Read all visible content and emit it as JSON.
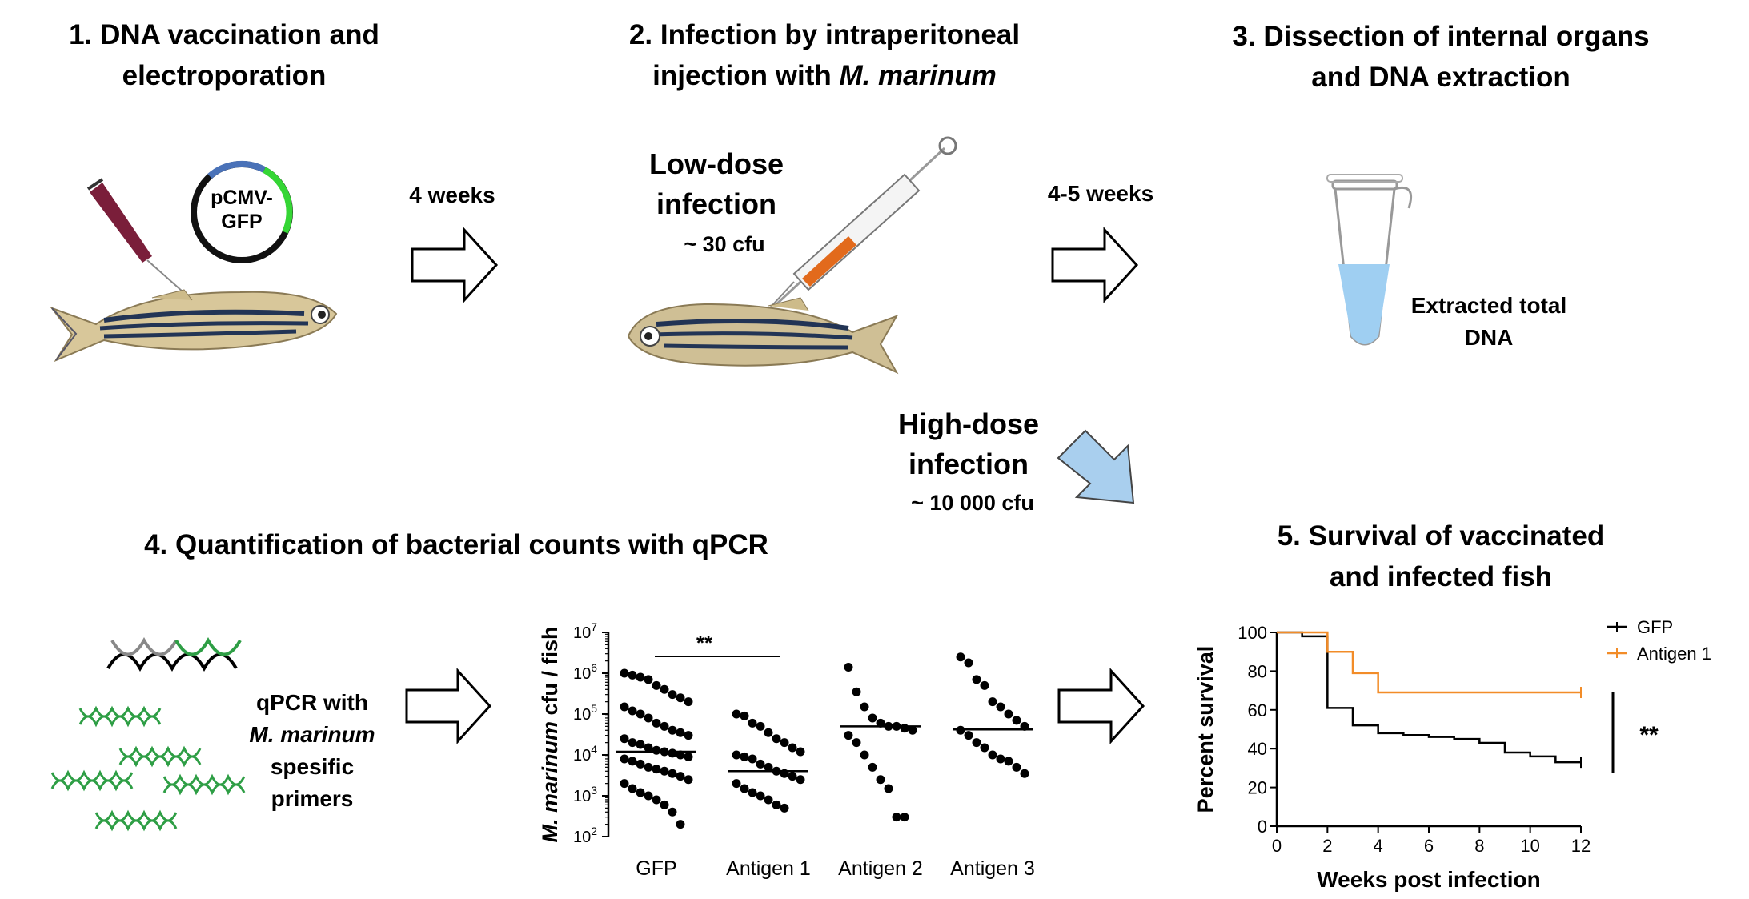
{
  "steps": [
    {
      "number": "1.",
      "title_line1": "DNA vaccination and",
      "title_line2": "electroporation"
    },
    {
      "number": "2.",
      "title_line1": "Infection by intraperitoneal",
      "title_line2_prefix": "injection with ",
      "title_line2_italic": "M. marinum"
    },
    {
      "number": "3.",
      "title_line1": "Dissection of internal organs",
      "title_line2": "and DNA extraction"
    },
    {
      "number": "4.",
      "title_line1": "Quantification of bacterial counts with qPCR"
    },
    {
      "number": "5.",
      "title_line1": "Survival of vaccinated",
      "title_line2": "and infected fish"
    }
  ],
  "plasmid": {
    "line1": "pCMV-",
    "line2": "GFP"
  },
  "arrows": {
    "step1_to_2": "4 weeks",
    "step2_to_3": "4-5 weeks"
  },
  "low_dose": {
    "line1": "Low-dose",
    "line2": "infection",
    "dose": "~ 30 cfu"
  },
  "high_dose": {
    "line1": "High-dose",
    "line2": "infection",
    "dose": "~ 10 000 cfu"
  },
  "extracted": {
    "line1": "Extracted total",
    "line2": "DNA"
  },
  "qpcr": {
    "line1": "qPCR with",
    "line2": "M. marinum",
    "line3": "spesific",
    "line4": "primers"
  },
  "colors": {
    "gfp": "#000000",
    "antigen1": "#f28c28",
    "dna_green": "#2e9e45",
    "arrow_blue": "#a9cfee",
    "tube_blue": "#9fcff2"
  },
  "chart_data": [
    {
      "type": "scatter",
      "ylabel_italic": "M. marinum",
      "ylabel_rest": " cfu / fish",
      "yscale": "log",
      "ylim": [
        100,
        10000000
      ],
      "ytick_bases": [
        "10",
        "10",
        "10",
        "10",
        "10",
        "10"
      ],
      "ytick_exps": [
        "2",
        "3",
        "4",
        "5",
        "6",
        "7"
      ],
      "categories": [
        "GFP",
        "Antigen 1",
        "Antigen 2",
        "Antigen 3"
      ],
      "medians": [
        12000,
        4000,
        50000,
        42000
      ],
      "significance": {
        "between": [
          "GFP",
          "Antigen 1"
        ],
        "label": "**"
      },
      "points": [
        [
          1000000,
          900000,
          800000,
          700000,
          500000,
          400000,
          300000,
          250000,
          200000,
          150000,
          120000,
          100000,
          80000,
          60000,
          50000,
          40000,
          35000,
          30000,
          25000,
          20000,
          18000,
          15000,
          13000,
          12000,
          11000,
          10000,
          9000,
          8000,
          7000,
          6000,
          5000,
          4500,
          4000,
          3500,
          3000,
          2500,
          2000,
          1500,
          1200,
          1000,
          800,
          600,
          400,
          200
        ],
        [
          100000,
          90000,
          60000,
          50000,
          35000,
          25000,
          20000,
          15000,
          12000,
          10000,
          9000,
          8000,
          6000,
          5000,
          4000,
          3500,
          3000,
          2500,
          2000,
          1500,
          1200,
          1000,
          800,
          600,
          500
        ],
        [
          1400000,
          350000,
          150000,
          80000,
          60000,
          50000,
          50000,
          45000,
          40000,
          30000,
          20000,
          10000,
          5000,
          2500,
          1500,
          300,
          300
        ],
        [
          2500000,
          1800000,
          700000,
          500000,
          200000,
          150000,
          100000,
          70000,
          50000,
          40000,
          30000,
          20000,
          15000,
          10000,
          8000,
          7000,
          5000,
          3500
        ]
      ]
    },
    {
      "type": "line",
      "style": "step",
      "xlabel": "Weeks post infection",
      "ylabel": "Percent survival",
      "xlim": [
        0,
        12
      ],
      "ylim": [
        0,
        100
      ],
      "xticks": [
        "0",
        "2",
        "4",
        "6",
        "8",
        "10",
        "12"
      ],
      "yticks": [
        "0",
        "20",
        "40",
        "60",
        "80",
        "100"
      ],
      "legend_position": "top-right",
      "significance_label": "**",
      "series": [
        {
          "name": "GFP",
          "x": [
            0,
            1,
            2,
            3,
            4,
            5,
            6,
            7,
            8,
            9,
            10,
            11,
            12
          ],
          "y": [
            100,
            98,
            61,
            52,
            48,
            47,
            46,
            45,
            43,
            38,
            36,
            33,
            33
          ]
        },
        {
          "name": "Antigen 1",
          "x": [
            0,
            1,
            2,
            3,
            4,
            12
          ],
          "y": [
            100,
            100,
            90,
            79,
            69,
            69
          ]
        }
      ]
    }
  ]
}
